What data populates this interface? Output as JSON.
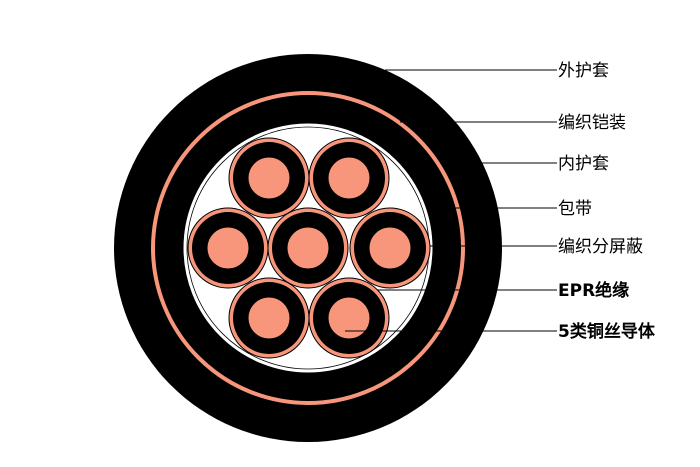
{
  "diagram": {
    "title": "cable-cross-section",
    "colors": {
      "sheath": "#000000",
      "copper": "#F7967A",
      "filler": "#FFFFFF",
      "line": "#000000"
    },
    "labels": [
      {
        "id": "outer-sheath",
        "text": "外护套"
      },
      {
        "id": "braided-armor",
        "text": "编织铠装"
      },
      {
        "id": "inner-sheath",
        "text": "内护套"
      },
      {
        "id": "wrapping-tape",
        "text": "包带"
      },
      {
        "id": "braided-individual-shield",
        "text": "编织分屏蔽"
      },
      {
        "id": "epr-insulation",
        "text": "EPR绝缘"
      },
      {
        "id": "class5-copper-conductor",
        "text": "5类铜丝导体"
      }
    ],
    "core_count": 7
  }
}
